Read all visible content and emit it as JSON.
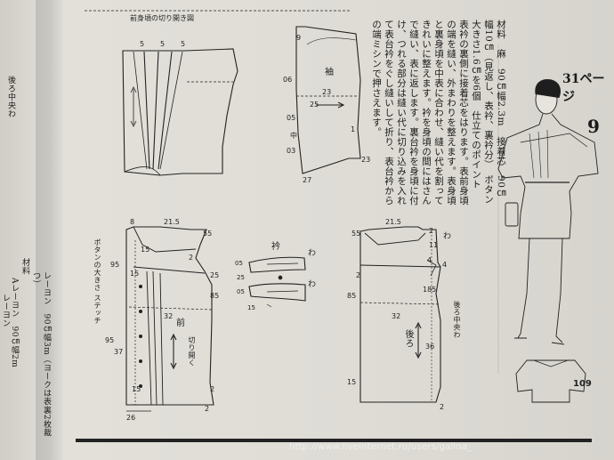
{
  "page": {
    "page_number_top": "31ページ",
    "page_number_bottom": "9",
    "corner_number": "109",
    "footer_url": "http://www.liveinternet.ru/users/galina_"
  },
  "left_column": {
    "fragment_back_center": "後ろ中央わ",
    "materials_heading": "材料",
    "materials_line1": "レーヨン　90㎝幅3m（ヨークは表裏2枚裁つ）",
    "materials_line2": "Aレーヨン　90㎝幅2m",
    "materials_line3": "レーヨン"
  },
  "instructions": {
    "text": "材料　麻　90㎝幅2.3m　接着芯　90㎝幅10㎝（見返し、表衿、裏衿分）　ボタン　大きさ1.6㎝を6個　仕立てのポイント　表衿の裏側に接着芯をはります。表前身頃の端を縫い、外まわりを整えます。表身頃と裏身頃を中表に合わせ、縫い代を割ってきれいに整えます。衿を身頃の間にはさんで縫い、表に返します。裏台衿を身頃に付け、つれる部分は縫い代に切り込みを入れて表台衿をぐし縫いして折り、表台衿からの端ミシンで押さえます。"
  },
  "diagrams": {
    "slash_title": "前身頃の切り開き図",
    "sleeve_label": "袖",
    "collar_label": "衿",
    "front_label": "前",
    "back_label": "後ろ",
    "fold_mark": "わ",
    "button_stitch_label": "ボタンの大きさ ステッチ",
    "slash_open_label": "切り開く",
    "back_center_label": "後ろ中央わ",
    "slash_numbers": [
      "5",
      "5",
      "5"
    ],
    "sleeve_numbers": [
      "9",
      "06",
      "23",
      "25",
      "05",
      "中",
      "03",
      "1",
      "27",
      "23"
    ],
    "collar_numbers": [
      "05",
      "25",
      "05",
      "15"
    ],
    "front_numbers": [
      "8",
      "21.5",
      "55",
      "15",
      "95",
      "15",
      "2",
      "25",
      "85",
      "32",
      "95",
      "37",
      "15",
      "2",
      "26",
      "2"
    ],
    "back_numbers": [
      "21.5",
      "55",
      "2",
      "11",
      "4",
      "4",
      "2",
      "85",
      "185",
      "32",
      "36",
      "15",
      "2"
    ]
  }
}
